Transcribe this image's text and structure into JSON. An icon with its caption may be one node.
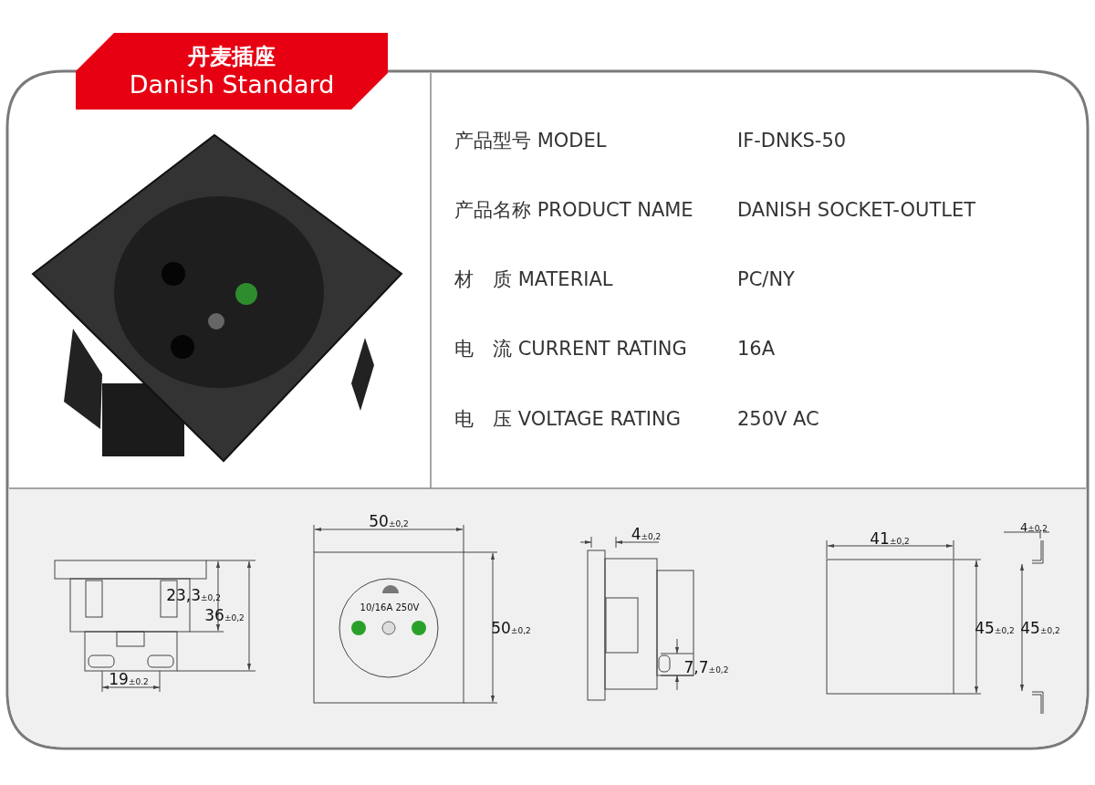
{
  "diagram": {
    "title": "丹麦插座",
    "labels": [
      "Danish Standard",
      "产品型号 MODEL",
      "IF-DNKS-50",
      "产品名称 PRODUCT NAME",
      "DANISH SOCKET-OUTLET",
      "材　质 MATERIAL",
      "PC/NY",
      "电　流 CURRENT RATING",
      "16A",
      "电　压 VOLTAGE RATING",
      "250V AC",
      "23,3$_{±0,2}$",
      "36$_{±0,2}$",
      "19$_{±0.2}$",
      "50$_{±0,2}$",
      "10/16A 250V",
      "50$_{±0,2}$",
      "4$_{±0,2}$",
      "7,7$_{±0,2}$",
      "41$_{±0,2}$",
      "45$_{±0,2}$",
      "4$_{±0.2}$",
      "45$_{±0,2}$"
    ]
  }
}
